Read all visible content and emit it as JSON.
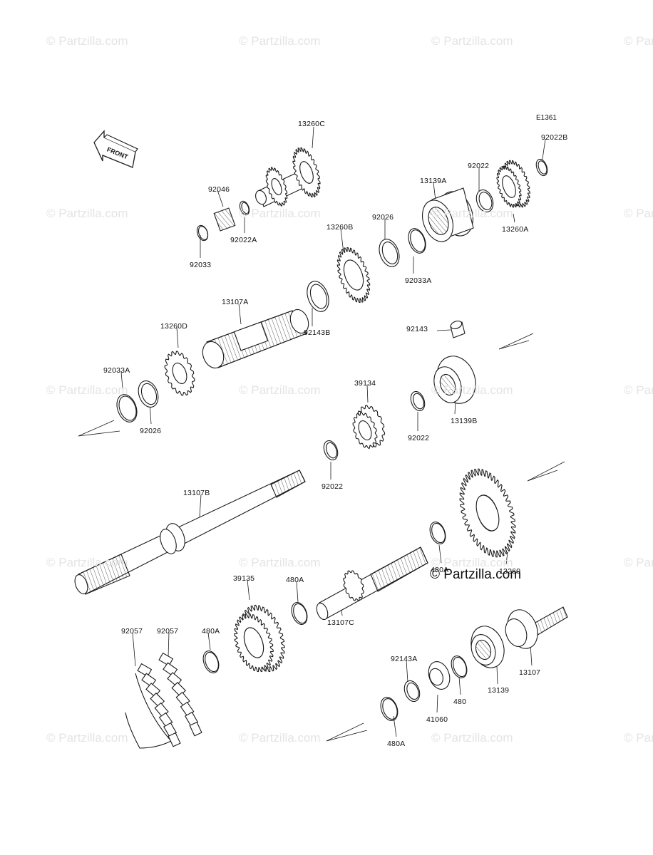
{
  "diagram": {
    "code": "E1361",
    "front_label": "FRONT",
    "brand": "© Partzilla.com",
    "watermark": "© Partzilla.com"
  },
  "parts": [
    {
      "id": "p13260C",
      "label": "13260C"
    },
    {
      "id": "p92022B",
      "label": "92022B"
    },
    {
      "id": "p92022a_top",
      "label": "92022"
    },
    {
      "id": "p13139A",
      "label": "13139A"
    },
    {
      "id": "p13260A",
      "label": "13260A"
    },
    {
      "id": "p92046",
      "label": "92046"
    },
    {
      "id": "p92022A",
      "label": "92022A"
    },
    {
      "id": "p92033",
      "label": "92033"
    },
    {
      "id": "p92026a",
      "label": "92026"
    },
    {
      "id": "p13260B",
      "label": "13260B"
    },
    {
      "id": "p92033A_r",
      "label": "92033A"
    },
    {
      "id": "p13107A",
      "label": "13107A"
    },
    {
      "id": "p92143B",
      "label": "92143B"
    },
    {
      "id": "p13260D",
      "label": "13260D"
    },
    {
      "id": "p92143",
      "label": "92143"
    },
    {
      "id": "p92033A_l",
      "label": "92033A"
    },
    {
      "id": "p92026b",
      "label": "92026"
    },
    {
      "id": "p39134",
      "label": "39134"
    },
    {
      "id": "p13139B",
      "label": "13139B"
    },
    {
      "id": "p92022c",
      "label": "92022"
    },
    {
      "id": "p92022d",
      "label": "92022"
    },
    {
      "id": "p13107B",
      "label": "13107B"
    },
    {
      "id": "p13260",
      "label": "13260"
    },
    {
      "id": "p480A_r",
      "label": "480A"
    },
    {
      "id": "p39135",
      "label": "39135"
    },
    {
      "id": "p480A_m",
      "label": "480A"
    },
    {
      "id": "p13107C",
      "label": "13107C"
    },
    {
      "id": "p92057a",
      "label": "92057"
    },
    {
      "id": "p92057b",
      "label": "92057"
    },
    {
      "id": "p480A_l",
      "label": "480A"
    },
    {
      "id": "p92143A",
      "label": "92143A"
    },
    {
      "id": "p13107",
      "label": "13107"
    },
    {
      "id": "p13139",
      "label": "13139"
    },
    {
      "id": "p480",
      "label": "480"
    },
    {
      "id": "p41060",
      "label": "41060"
    },
    {
      "id": "p480A_b",
      "label": "480A"
    }
  ]
}
